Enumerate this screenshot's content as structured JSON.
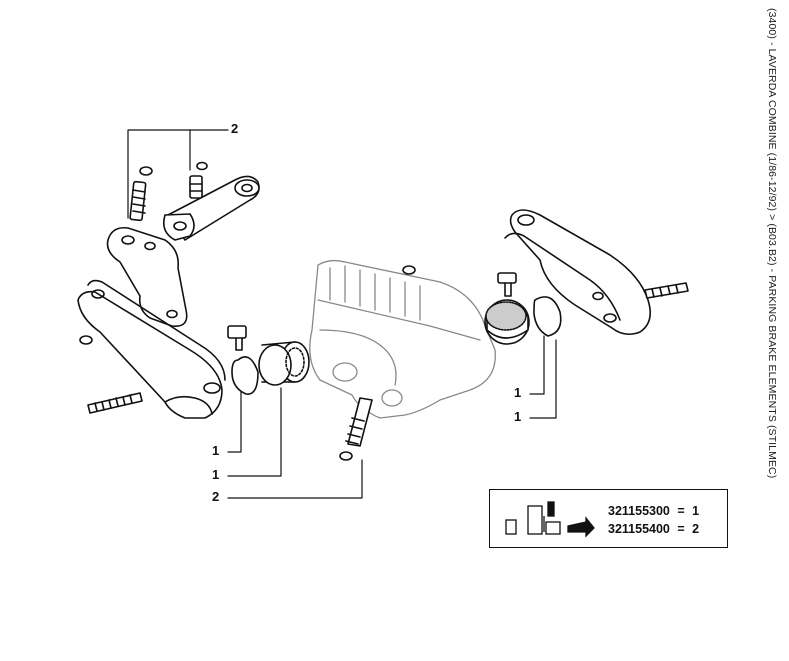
{
  "title": "(3400) - LAVERDA COMBINE (1/86-12/92) > (B03.B2) - PARKING BRAKE ELEMENTS (STILMEC)",
  "callouts": {
    "c_top_left": "2",
    "c_left_1a": "1",
    "c_left_1b": "1",
    "c_left_2": "2",
    "c_right_1a": "1",
    "c_right_1b": "1"
  },
  "legend": {
    "rows": [
      {
        "part": "321155300",
        "sep": "=",
        "ref": "1"
      },
      {
        "part": "321155400",
        "sep": "=",
        "ref": "2"
      }
    ]
  }
}
